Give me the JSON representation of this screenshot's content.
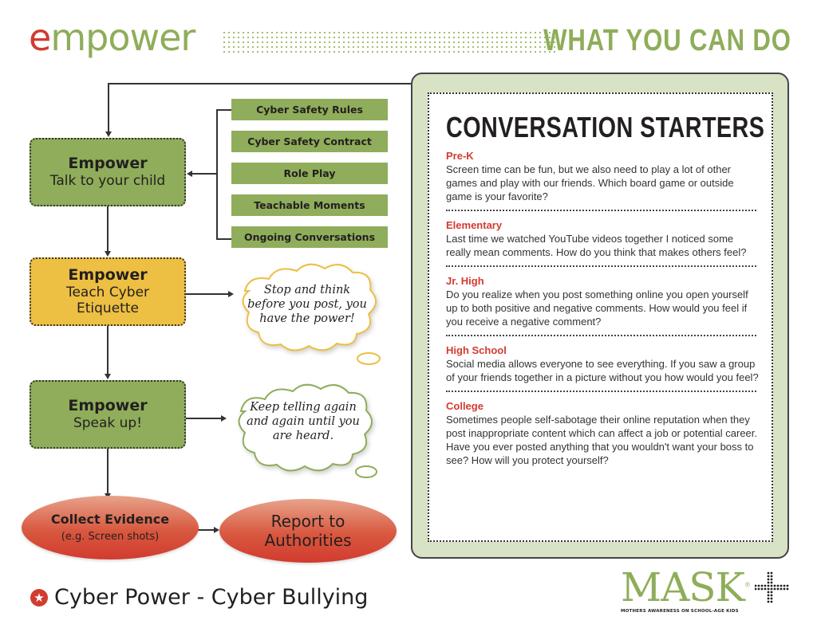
{
  "header": {
    "logo_prefix": "e",
    "logo_rest": "mpower",
    "title": "WHAT YOU CAN DO"
  },
  "flow": {
    "step1": {
      "title": "Empower",
      "subtitle": "Talk to your child"
    },
    "options": [
      "Cyber Safety Rules",
      "Cyber Safety Contract",
      "Role Play",
      "Teachable Moments",
      "Ongoing Conversations"
    ],
    "step2": {
      "title": "Empower",
      "subtitle_line1": "Teach Cyber",
      "subtitle_line2": "Etiquette"
    },
    "thought1": {
      "line1": "Stop and think",
      "line2": "before you post, you",
      "line3": "have the power!"
    },
    "step3": {
      "title": "Empower",
      "subtitle": "Speak up!"
    },
    "thought2": {
      "line1": "Keep telling again",
      "line2": "and again until you",
      "line3": "are heard."
    },
    "evidence": {
      "title": "Collect Evidence",
      "subtitle": "(e.g. Screen shots)"
    },
    "report": {
      "line1": "Report to",
      "line2": "Authorities"
    }
  },
  "conversation_starters": {
    "title": "CONVERSATION STARTERS",
    "sections": [
      {
        "label": "Pre-K",
        "text": "Screen time can be fun, but we also need to play a lot of other games and play with our friends. Which board game or outside game is your favorite?"
      },
      {
        "label": "Elementary",
        "text": "Last time we watched YouTube videos together I noticed some really mean comments. How do you think that makes others feel?"
      },
      {
        "label": "Jr. High",
        "text": "Do you realize when you post something online you open yourself up to both positive and negative comments. How would you feel if you receive a negative comment?"
      },
      {
        "label": "High School",
        "text": "Social media allows everyone to see everything. If you saw a group of your friends together in a picture without you how would you feel?"
      },
      {
        "label": "College",
        "text": "Sometimes people self-sabotage their online reputation when they post inappropriate content which can affect a job or potential career. Have you ever posted anything that you wouldn't want your boss to see? How will you protect yourself?"
      }
    ]
  },
  "footer": {
    "title": "Cyber Power - Cyber Bullying",
    "brand": "MASK",
    "brand_mark": "®",
    "brand_tagline": "MOTHERS AWARENESS ON SCHOOL-AGE KIDS"
  },
  "colors": {
    "green": "#8fad5a",
    "red": "#d23b2f",
    "yellow": "#edbf42",
    "panel_bg": "#d8e2c5"
  }
}
